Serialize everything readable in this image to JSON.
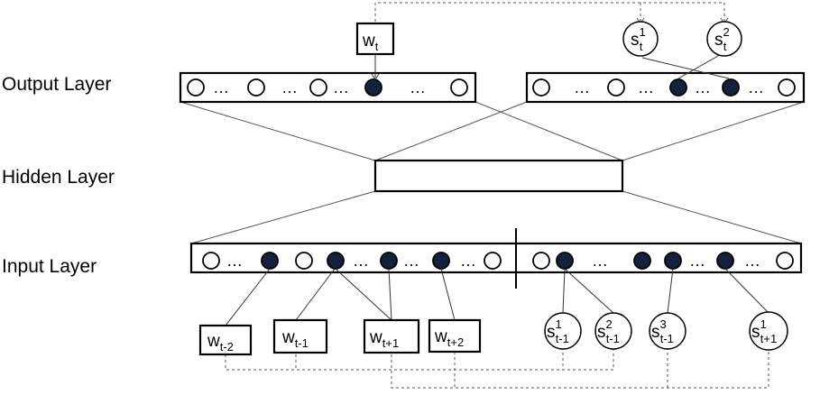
{
  "layers": {
    "output": "Output Layer",
    "hidden": "Hidden Layer",
    "input": "Input Layer"
  },
  "ellipsis": "…",
  "word_base": "w",
  "tag_base": "s",
  "top_word": {
    "sub": "t"
  },
  "top_tags": [
    {
      "sup": "1",
      "sub": "t"
    },
    {
      "sup": "2",
      "sub": "t"
    }
  ],
  "bottom_words": [
    {
      "sub": "t-2"
    },
    {
      "sub": "t-1"
    },
    {
      "sub": "t+1"
    },
    {
      "sub": "t+2"
    }
  ],
  "bottom_tags": [
    {
      "sup": "1",
      "sub": "t-1"
    },
    {
      "sup": "2",
      "sub": "t-1"
    },
    {
      "sup": "3",
      "sub": "t-1"
    },
    {
      "sup": "1",
      "sub": "t+1"
    }
  ],
  "colors": {
    "active_node": "#14213d",
    "line": "#555555"
  }
}
